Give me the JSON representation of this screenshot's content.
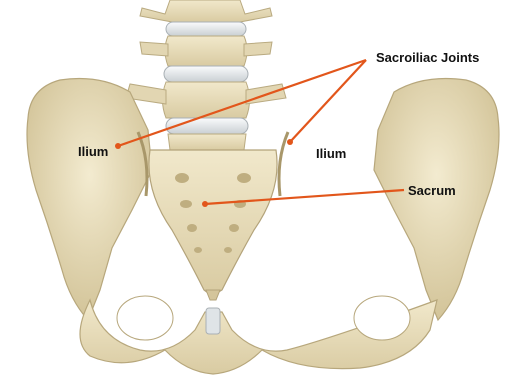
{
  "labels": {
    "sacroiliac_joints": "Sacroiliac Joints",
    "ilium_left": "Ilium",
    "ilium_right": "Ilium",
    "sacrum": "Sacrum"
  },
  "colors": {
    "bone": "#e9dfc0",
    "bone_shadow": "#bdae84",
    "disc": "#e8ecee",
    "leader": "#e2561b",
    "text": "#111111",
    "background": "#ffffff"
  }
}
